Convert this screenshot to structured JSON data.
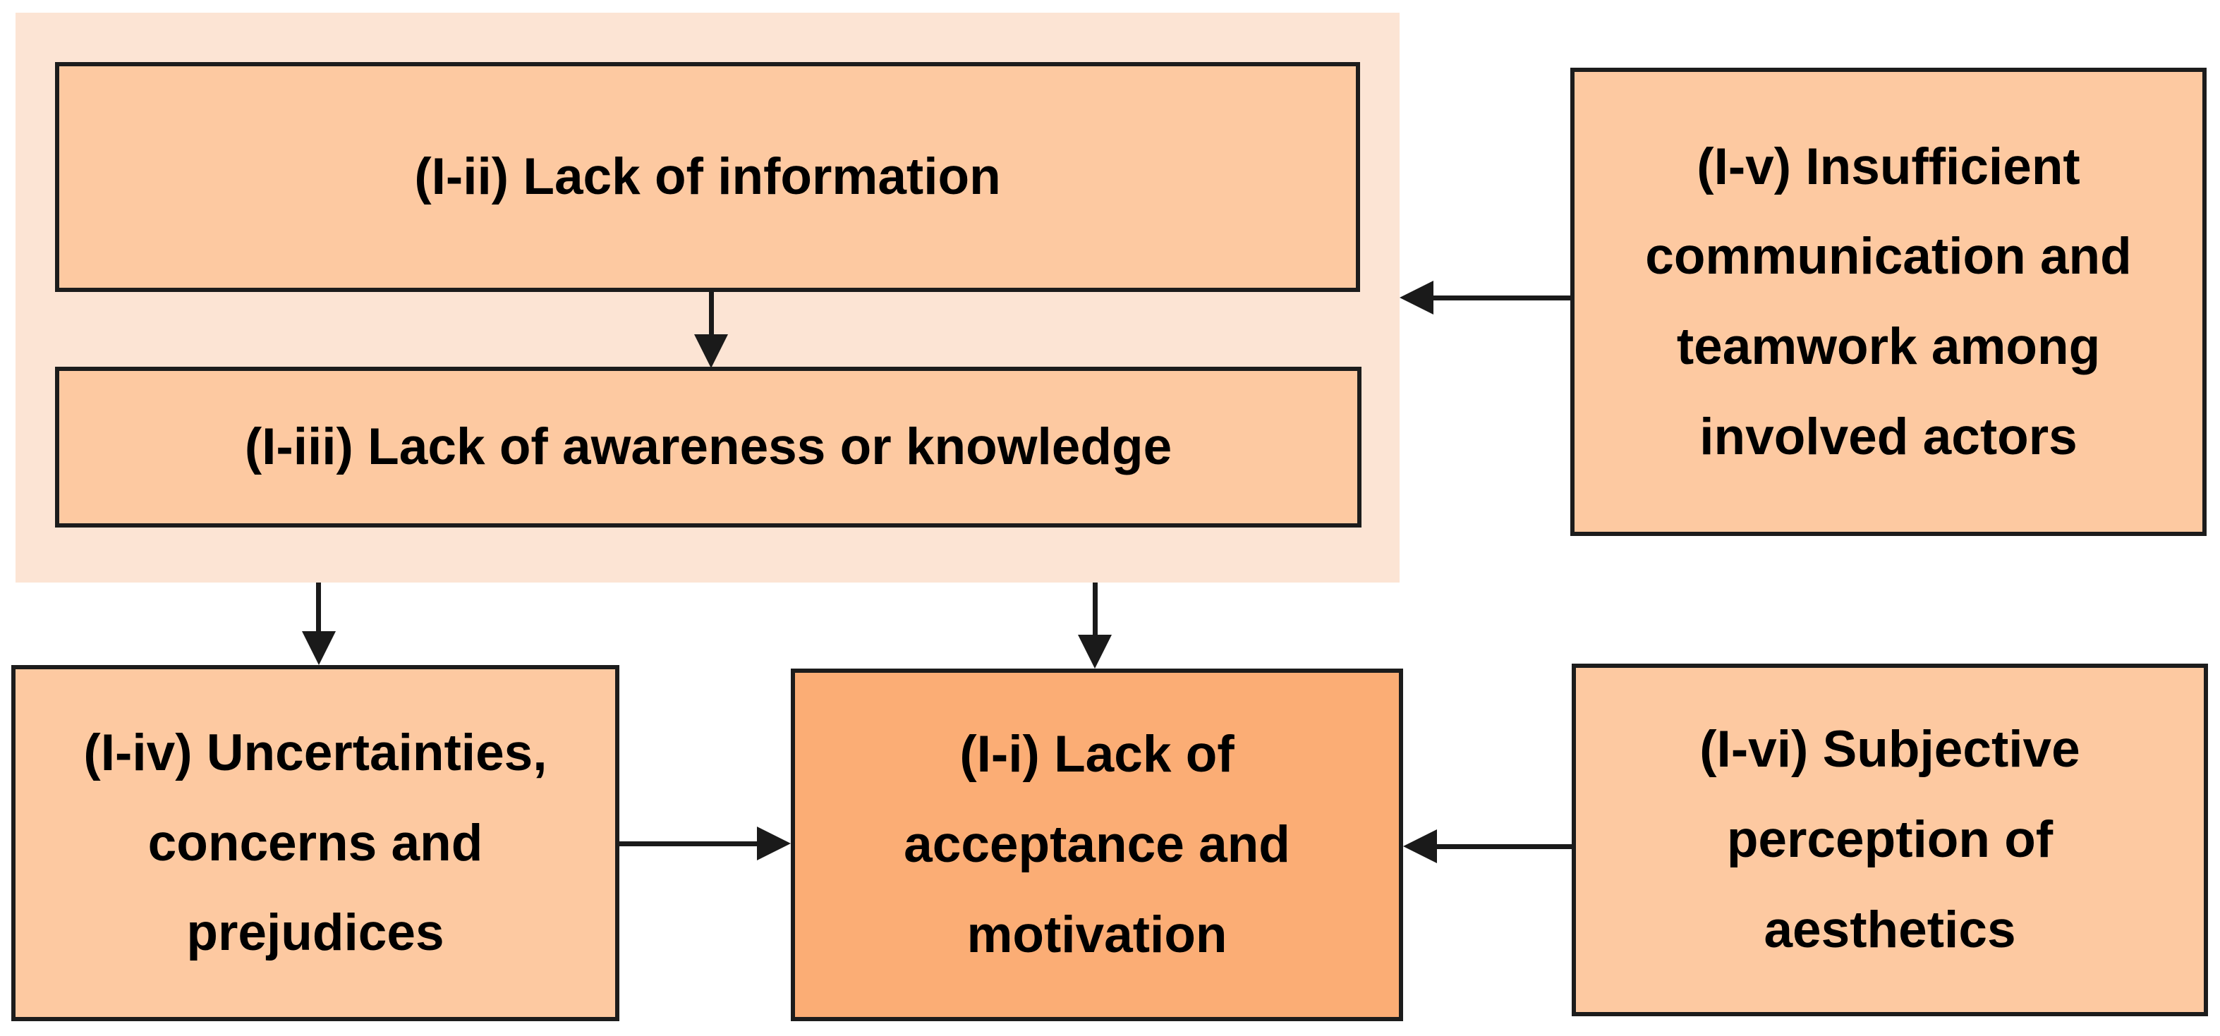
{
  "colors": {
    "background": "#ffffff",
    "container_fill": "#fce4d4",
    "box_fill": "#fdc9a1",
    "highlight_box_fill": "#fbad75",
    "border": "#1c1c1c",
    "arrow": "#1a1a1a",
    "text": "#000000"
  },
  "boxes": {
    "ii": {
      "id": "I-ii",
      "label": "(I-ii) Lack of information",
      "lines": [
        "(I-ii) Lack of information"
      ]
    },
    "iii": {
      "id": "I-iii",
      "label": "(I-iii) Lack of awareness or knowledge",
      "lines": [
        "(I-iii) Lack of awareness or knowledge"
      ]
    },
    "v": {
      "id": "I-v",
      "label": "(I-v) Insufficient communication and teamwork among involved actors",
      "lines": [
        "(I-v) Insufficient",
        "communication and",
        "teamwork among",
        "involved actors"
      ]
    },
    "iv": {
      "id": "I-iv",
      "label": "(I-iv) Uncertainties, concerns and prejudices",
      "lines": [
        "(I-iv) Uncertainties,",
        "concerns and",
        "prejudices"
      ]
    },
    "i": {
      "id": "I-i",
      "label": "(I-i) Lack of acceptance and motivation",
      "lines": [
        "(I-i) Lack of",
        "acceptance and",
        "motivation"
      ]
    },
    "vi": {
      "id": "I-vi",
      "label": "(I-vi) Subjective perception of aesthetics",
      "lines": [
        "(I-vi) Subjective",
        "perception of",
        "aesthetics"
      ]
    }
  },
  "arrows": [
    {
      "from": "I-ii",
      "to": "I-iii",
      "direction": "down"
    },
    {
      "from": "information-group",
      "to": "I-iv",
      "direction": "down"
    },
    {
      "from": "information-group",
      "to": "I-i",
      "direction": "down"
    },
    {
      "from": "I-iv",
      "to": "I-i",
      "direction": "right"
    },
    {
      "from": "I-vi",
      "to": "I-i",
      "direction": "left"
    },
    {
      "from": "I-v",
      "to": "information-group",
      "direction": "left"
    }
  ]
}
